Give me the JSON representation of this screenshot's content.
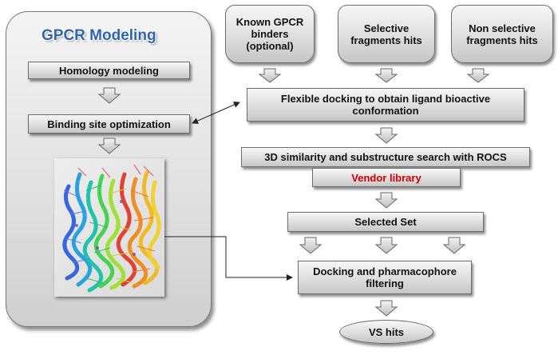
{
  "panel": {
    "title": "GPCR Modeling",
    "homology_label": "Homology modeling",
    "binding_label": "Binding site optimization"
  },
  "inputs": {
    "known_binders": "Known GPCR binders (optional)",
    "selective": "Selective fragments hits",
    "non_selective": "Non selective fragments hits"
  },
  "steps": {
    "flexible_docking": "Flexible docking to obtain ligand bioactive conformation",
    "similarity_search": "3D similarity and substructure search with ROCS",
    "vendor_library": "Vendor library",
    "selected_set": "Selected Set",
    "docking_filtering": "Docking and pharmacophore filtering",
    "vs_hits": "VS hits"
  },
  "colors": {
    "title_blue": "#2e63b4",
    "vendor_red": "#d40000",
    "box_gray": "#dedede"
  }
}
